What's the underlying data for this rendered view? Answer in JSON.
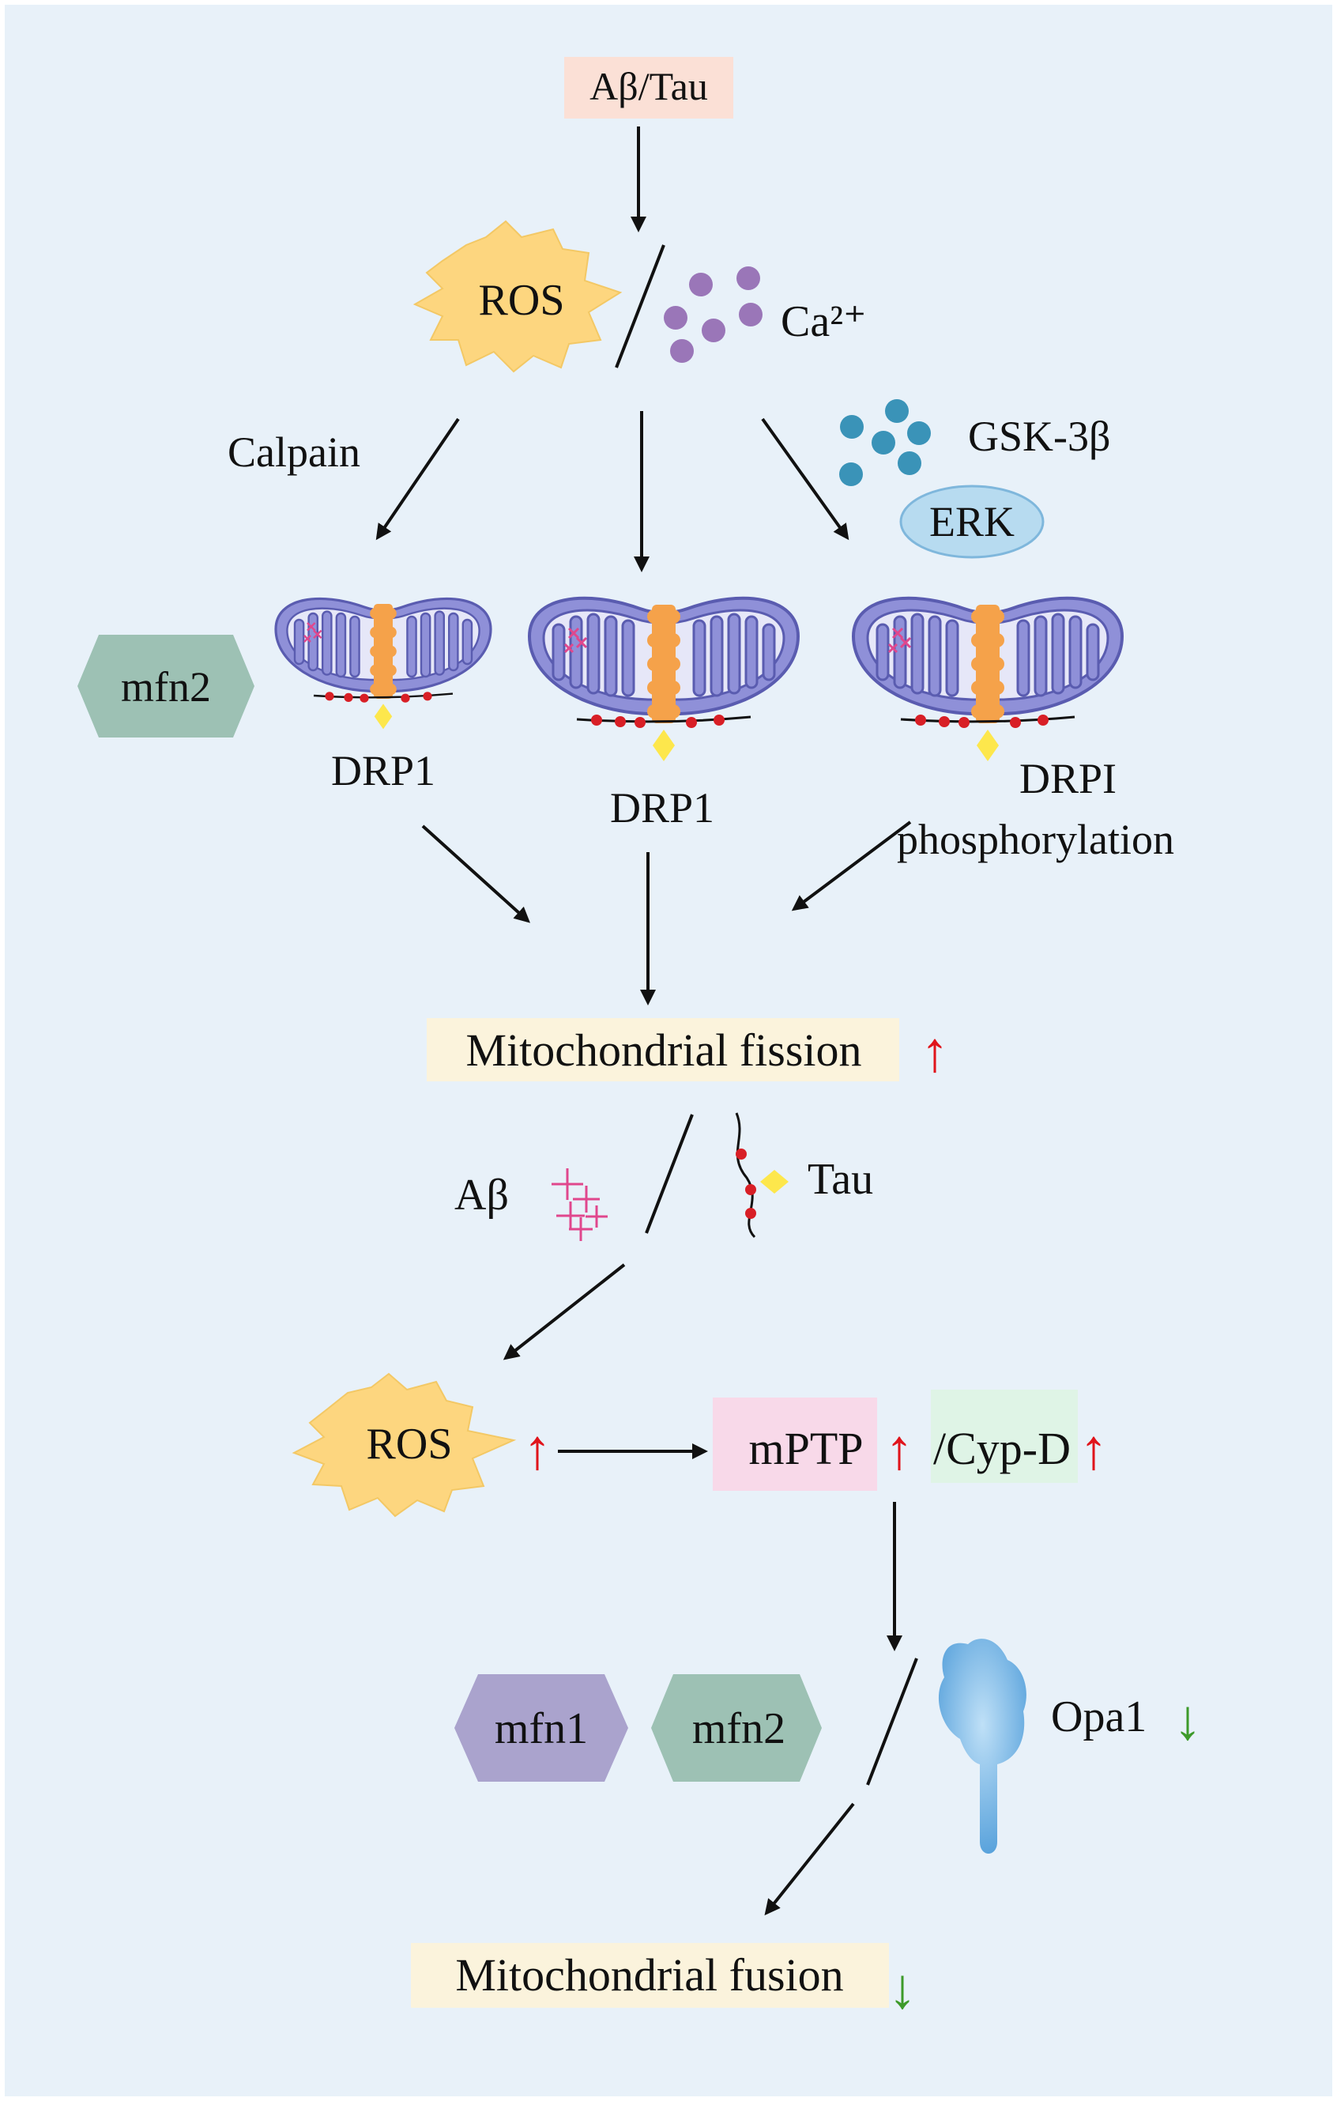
{
  "labels": {
    "trigger": "Aβ/Tau",
    "ros_top": "ROS",
    "ca": "Ca²⁺",
    "calpain": "Calpain",
    "gsk": "GSK-3β",
    "erk": "ERK",
    "mfn2_top": "mfn2",
    "drp1_left": "DRP1",
    "drp1_mid": "DRP1",
    "drpi": "DRPI",
    "phosphorylation": "phosphorylation",
    "fission": "Mitochondrial fission",
    "abeta": "Aβ",
    "tau": "Tau",
    "ros_mid": "ROS",
    "mptp": "mPTP",
    "cypd": "/Cyp-D",
    "mfn1": "mfn1",
    "mfn2_bottom": "mfn2",
    "opa1": "Opa1",
    "fusion": "Mitochondrial fusion",
    "up_arrow": "↑",
    "down_arrow": "↓"
  },
  "colors": {
    "background": "#e8f1f9",
    "ros_fill": "#fdd67f",
    "ca_dots": "#9a76b8",
    "gsk_dots": "#3a93b8",
    "erk_fill": "#b7dbf0",
    "mito_fill": "#8f90d8",
    "mito_stroke": "#5a5cb0",
    "drp_column": "#f5a24a",
    "drp_diamond": "#fde74c",
    "red_dot": "#d81f26",
    "mfn1_fill": "#aaa3cd",
    "mfn2_fill": "#9dc1b4",
    "mptp_fill": "#f8d9e9",
    "cypd_fill": "#dff4e6",
    "trigger_fill": "#fbe0d6",
    "fission_fill": "#fbf3dc",
    "fusion_fill": "#fbf3dc",
    "opa1_fill": "#6aaee0",
    "up_arrow": "#e0141b",
    "down_arrow": "#3d9a2a"
  }
}
